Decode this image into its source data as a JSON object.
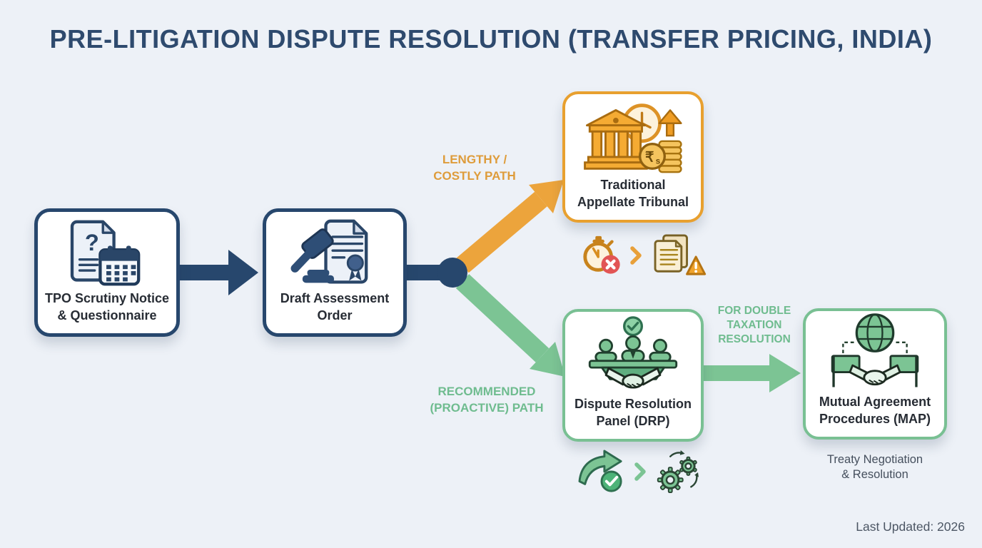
{
  "title": "PRE-LITIGATION DISPUTE RESOLUTION (TRANSFER PRICING, INDIA)",
  "nodes": {
    "tpo": {
      "label": "TPO Scrutiny Notice\n& Questionnaire",
      "icon": "document-question-calendar-icon"
    },
    "draft": {
      "label": "Draft Assessment\nOrder",
      "icon": "gavel-certificate-document-icon"
    },
    "tribunal": {
      "label": "Traditional\nAppellate Tribunal",
      "icon": "courthouse-clock-coins-icon",
      "accent": "#E8A02F"
    },
    "drp": {
      "label": "Dispute Resolution\nPanel (DRP)",
      "icon": "panel-handshake-check-icon",
      "accent": "#79C093"
    },
    "map": {
      "label": "Mutual Agreement\nProcedures (MAP)",
      "icon": "globe-handshake-flags-icon",
      "accent": "#79C093",
      "subtitle": "Treaty Negotiation\n& Resolution"
    }
  },
  "path_labels": {
    "lengthy": {
      "label": "LENGTHY /\nCOSTLY PATH",
      "color": "#DE9C3B"
    },
    "recommended": {
      "label": "RECOMMENDED\n(PROACTIVE) PATH",
      "color": "#6FBC8F"
    },
    "double_taxation": {
      "label": "FOR DOUBLE\nTAXATION\nRESOLUTION",
      "color": "#6FBC8F"
    }
  },
  "badge_rows": {
    "tribunal": [
      "stopwatch-delay-icon",
      "chevron-right-icon",
      "documents-warning-icon"
    ],
    "drp": [
      "success-arrow-check-icon",
      "chevron-right-icon",
      "gears-process-icon"
    ]
  },
  "icons": {
    "question_glyph": "?",
    "rupee_glyph": "₹",
    "currency_small_glyph": "s"
  },
  "footer": {
    "last_updated": "Last Updated: 2026"
  },
  "colors": {
    "background": "#EDF1F7",
    "navy": "#27476D",
    "orange": "#E8A02F",
    "orange_arrow": "#ECA43C",
    "green": "#79C093",
    "title_text": "#2E4A6E",
    "node_text": "#272C34",
    "subtitle_text": "#454F5D",
    "footer_text": "#4C5664"
  }
}
